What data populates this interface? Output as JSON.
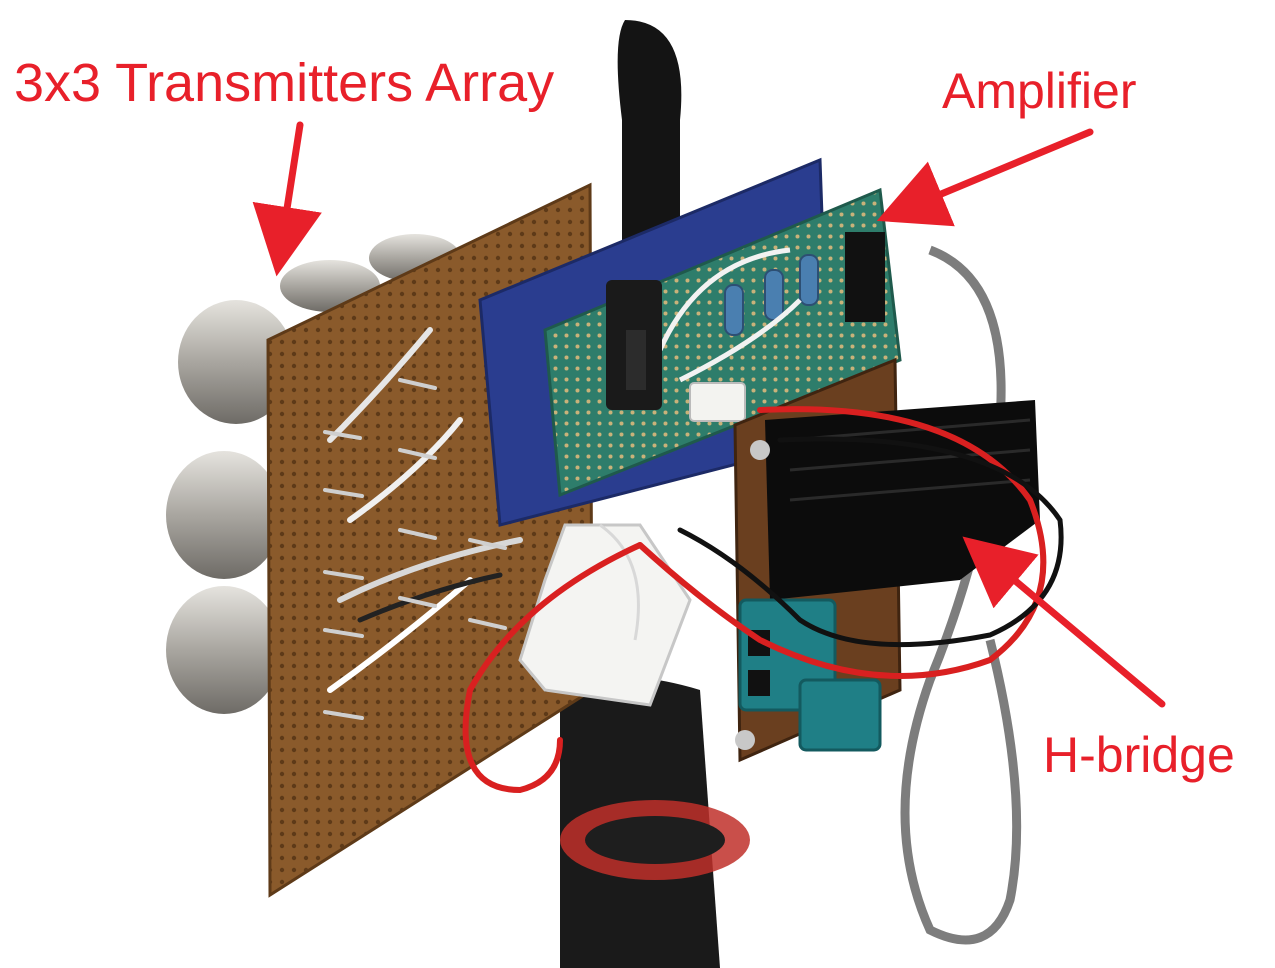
{
  "photo": {
    "subject": "ultrasonic-transmitter-module",
    "background": "#ffffff"
  },
  "annotations": {
    "transmitters_array": "3x3 Transmitters Array",
    "amplifier": "Amplifier",
    "h_bridge": "H-bridge"
  },
  "colors": {
    "annotation": "#e8202a",
    "perfboard": "#8a5a2b",
    "amplifier_pcb": "#2e7d6b",
    "mount": "#2a3d8f",
    "transducer": "#b9b6b1"
  }
}
